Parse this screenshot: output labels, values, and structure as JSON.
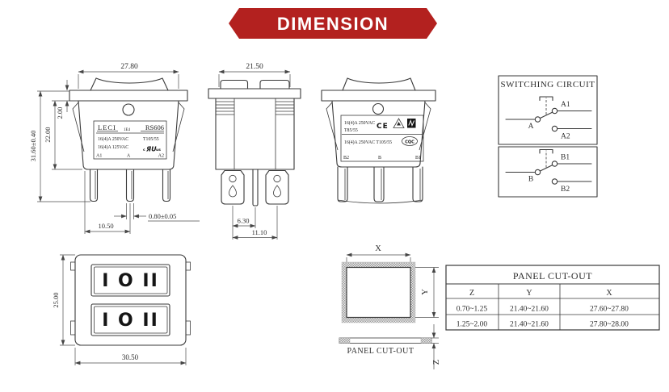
{
  "banner": {
    "label": "DIMENSION",
    "color": "#b3211f"
  },
  "side_view_a": {
    "dim_width": "27.80",
    "dim_total_height": "31.60±0.40",
    "dim_body_height": "22.00",
    "dim_flange": "2.00",
    "dim_pin_thickness": "0.80±0.05",
    "dim_pin_pitch": "10.50",
    "label": {
      "brand": "LECI",
      "cert_no": "1E4",
      "model": "RS606",
      "rating_250": "16(4)A 250VAC",
      "rating_125": "16(4)A 125VAC",
      "temp_rating": "T105/55",
      "ul_prefix": "c",
      "ul_mark": "ЯU",
      "ul_suffix": "us",
      "terminal_left": "A1",
      "terminal_center": "A",
      "terminal_right": "A2"
    }
  },
  "front_view": {
    "dim_width": "21.50",
    "dim_terminal_offset": "6.30",
    "dim_terminal_pitch": "11.10"
  },
  "side_view_b": {
    "label": {
      "rating_line1": "16(4)A 250VAC",
      "temp_line1": "T85/55",
      "ce_mark": "CE",
      "rating_line2": "16(4)A 250VAC T105/55",
      "cqc_mark": "CQC",
      "terminal_left": "B2",
      "terminal_center": "B",
      "terminal_right": "B1"
    }
  },
  "switching_circuit": {
    "title": "SWITCHING CIRCUIT",
    "pole_a": {
      "common": "A",
      "contact_1": "A1",
      "contact_2": "A2"
    },
    "pole_b": {
      "common": "B",
      "contact_1": "B1",
      "contact_2": "B2"
    }
  },
  "panel_view": {
    "dim_height": "25.00",
    "dim_width": "30.50",
    "rocker_marking": "I O II"
  },
  "cutout_drawing": {
    "dim_x": "X",
    "dim_y": "Y",
    "dim_z": "Z",
    "caption": "PANEL CUT-OUT"
  },
  "cutout_table": {
    "title": "PANEL CUT-OUT",
    "col_z": "Z",
    "col_y": "Y",
    "col_x": "X",
    "rows": [
      [
        "0.70~1.25",
        "21.40~21.60",
        "27.60~27.80"
      ],
      [
        "1.25~2.00",
        "21.40~21.60",
        "27.80~28.00"
      ]
    ]
  }
}
